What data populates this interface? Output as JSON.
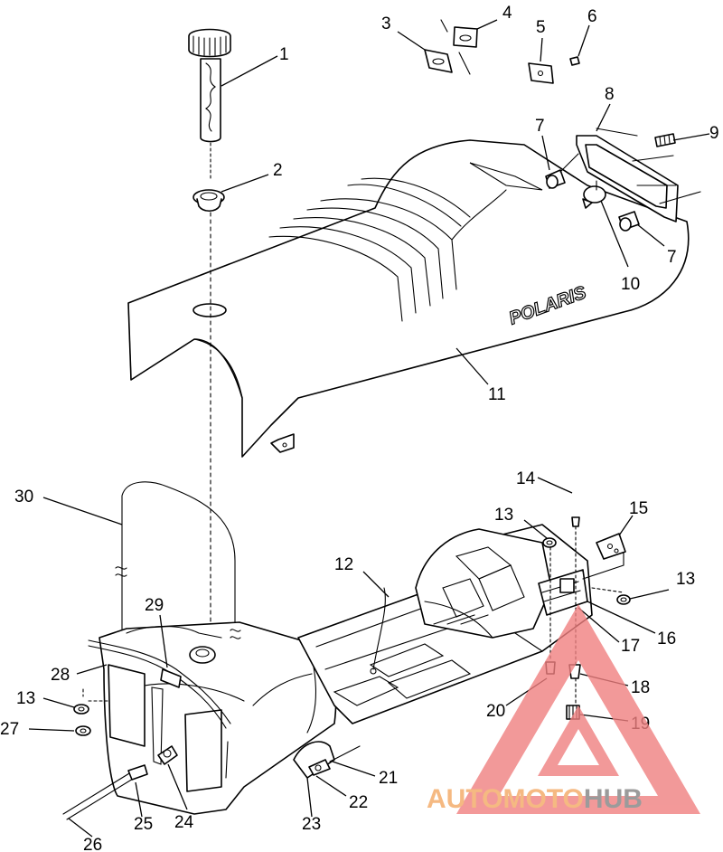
{
  "diagram": {
    "brand_label": "POLARIS",
    "callouts": [
      "1",
      "2",
      "3",
      "4",
      "5",
      "6",
      "7",
      "8",
      "9",
      "7",
      "10",
      "11",
      "12",
      "13",
      "14",
      "15",
      "13",
      "16",
      "17",
      "18",
      "19",
      "20",
      "21",
      "22",
      "23",
      "24",
      "25",
      "26",
      "27",
      "13",
      "28",
      "29",
      "30"
    ]
  },
  "watermark": {
    "text_part1": "AUTOMOTO",
    "text_part2": "HUB",
    "colors": {
      "triangle": "#f08080",
      "auto": "#f5b982",
      "hub": "#9b9b9b"
    }
  }
}
